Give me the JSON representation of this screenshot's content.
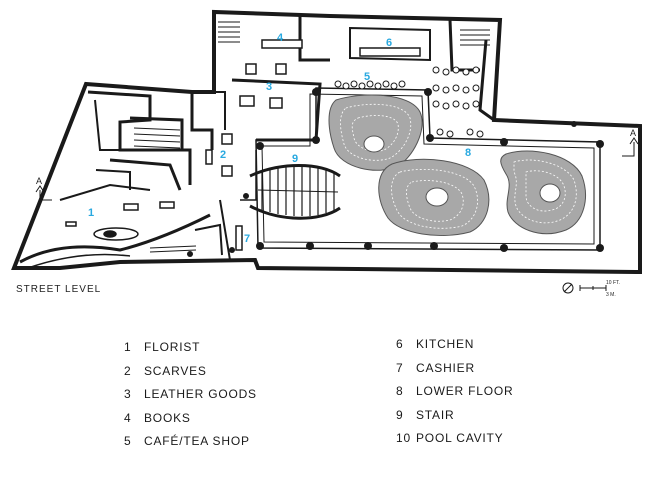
{
  "plan": {
    "section_marker": "A",
    "rooms": [
      {
        "num": "1"
      },
      {
        "num": "2"
      },
      {
        "num": "3"
      },
      {
        "num": "4"
      },
      {
        "num": "5"
      },
      {
        "num": "6"
      },
      {
        "num": "7"
      },
      {
        "num": "8"
      },
      {
        "num": "9"
      }
    ],
    "scale": {
      "ft": "10 FT.",
      "m": "3 M."
    }
  },
  "caption": "STREET LEVEL",
  "legend": [
    {
      "num": "1",
      "label": "FLORIST"
    },
    {
      "num": "2",
      "label": "SCARVES"
    },
    {
      "num": "3",
      "label": "LEATHER GOODS"
    },
    {
      "num": "4",
      "label": "BOOKS"
    },
    {
      "num": "5",
      "label": "CAFÉ/TEA SHOP"
    },
    {
      "num": "6",
      "label": "KITCHEN"
    },
    {
      "num": "7",
      "label": "CASHIER"
    },
    {
      "num": "8",
      "label": "LOWER FLOOR"
    },
    {
      "num": "9",
      "label": "STAIR"
    },
    {
      "num": "10",
      "label": "POOL CAVITY"
    }
  ],
  "colors": {
    "label_blue": "#29a9e0",
    "wall": "#1a1a1a",
    "pool_fill": "#a8a8a8"
  }
}
